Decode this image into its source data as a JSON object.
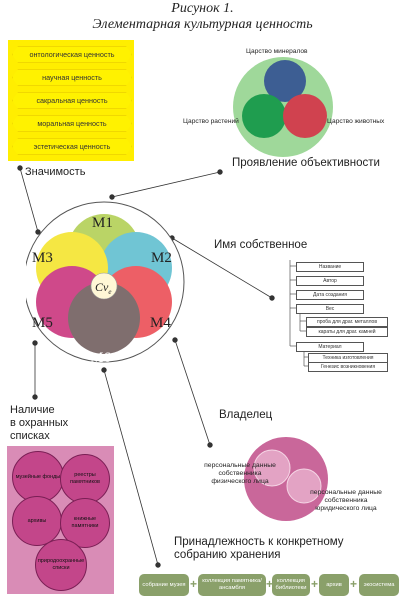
{
  "figure": {
    "title_line1": "Рисунок 1.",
    "title_line2": "Элементарная культурная ценность"
  },
  "significance": {
    "label": "Значимость",
    "values": [
      "онтологическая ценность",
      "научная ценность",
      "сакральная ценность",
      "моральная ценность",
      "эстетическая ценность"
    ]
  },
  "objectivity": {
    "label": "Проявление объективности",
    "kingdoms": {
      "minerals": "Царство минералов",
      "plants": "Царство растений",
      "animals": "Царство животных"
    },
    "colors": {
      "minerals": "#3d5e93",
      "plants": "#1f9d4f",
      "animals": "#d0424f",
      "background": "#9fd89a"
    }
  },
  "core": {
    "center_base": "Cv",
    "center_sub": "e",
    "circles": [
      {
        "label": "M1",
        "color": "#a7c83c"
      },
      {
        "label": "M2",
        "color": "#48b5c8"
      },
      {
        "label": "M3",
        "color": "#f3e10f"
      },
      {
        "label": "M4",
        "color": "#e8333c"
      },
      {
        "label": "M5",
        "color": "#c2176a"
      },
      {
        "label": "M6",
        "color": "#5c4646"
      }
    ]
  },
  "proper_name": {
    "label": "Имя собственное",
    "items": [
      "Название",
      "Автор",
      "Дата создания",
      "Вес",
      "Материал"
    ],
    "weight_items": [
      "проба для драг. металлов",
      "караты для драг. камней"
    ],
    "material_items": [
      "Техника изготовления",
      "Генезис возникновения"
    ]
  },
  "owner": {
    "label": "Владелец",
    "individual": "персональные данные собственника физического лица",
    "legal": "персональные данные собственника юридического лица"
  },
  "protection": {
    "label_line1": "Наличие",
    "label_line2": "в охранных",
    "label_line3": "списках",
    "lists": [
      "музейные фонды",
      "реестры памятников",
      "архивы",
      "книжные памятники",
      "природоохранные списки"
    ]
  },
  "collection": {
    "label_line1": "Принадлежность к конкретному",
    "label_line2": "собранию хранения",
    "items": [
      "собрание музея",
      "коллекция памятника/ансамбля",
      "коллекция библиотеки",
      "архив",
      "экосистема"
    ]
  }
}
